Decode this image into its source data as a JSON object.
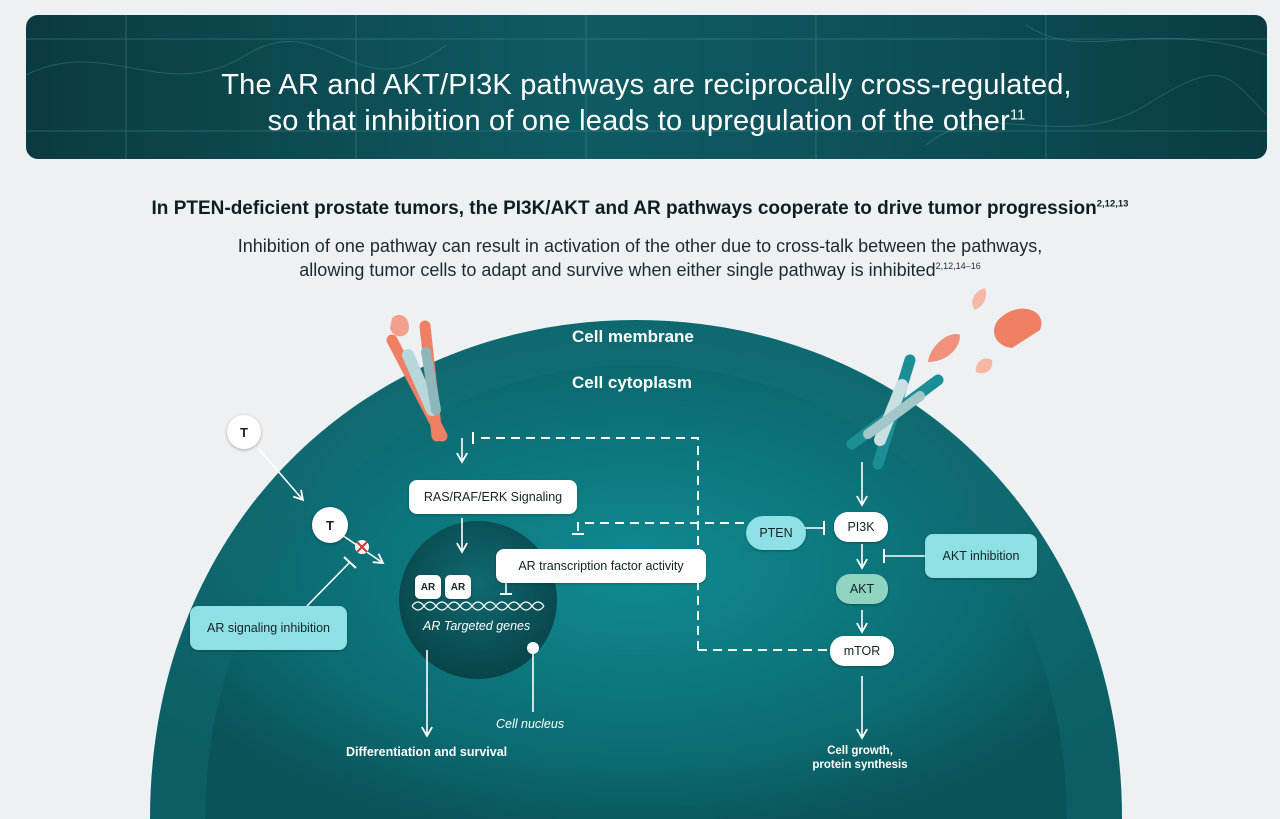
{
  "banner": {
    "title_line1": "The AR and AKT/PI3K pathways are reciprocally cross-regulated,",
    "title_line2": "so that inhibition of one leads to upregulation of the other",
    "title_ref": "11"
  },
  "heading": {
    "text": "In PTEN-deficient prostate tumors, the PI3K/AKT and AR pathways cooperate to drive tumor progression",
    "ref": "2,12,13"
  },
  "subheading": {
    "line1": "Inhibition of one pathway can result in activation of the other due to cross-talk between the pathways,",
    "line2": "allowing tumor cells to adapt and survive when either single pathway is inhibited",
    "ref": "2,12,14–16"
  },
  "diagram": {
    "cell_membrane": "Cell membrane",
    "cell_cytoplasm": "Cell cytoplasm",
    "testosterone_outside": "T",
    "testosterone_inside": "T",
    "ar_signaling_inhibition": "AR signaling inhibition",
    "ras_raf_erk": "RAS/RAF/ERK Signaling",
    "ar_transcription": "AR transcription factor activity",
    "ar_left": "AR",
    "ar_right": "AR",
    "ar_targeted_genes": "AR Targeted genes",
    "cell_nucleus": "Cell nucleus",
    "differentiation": "Differentiation and survival",
    "pten": "PTEN",
    "pi3k": "PI3K",
    "akt": "AKT",
    "mtor": "mTOR",
    "akt_inhibition": "AKT inhibition",
    "cell_growth_line1": "Cell growth,",
    "cell_growth_line2": "protein synthesis"
  },
  "colors": {
    "banner_dark": "#0b3a40",
    "cell_outer": "#0e6a6f",
    "cell_inner": "#0a5a60",
    "receptor_orange": "#ef8064",
    "receptor_teal": "#1a8f96",
    "accent_cyan": "#8ee0e4",
    "akt_green": "#8fd3c0",
    "inhibit_red": "#d23a3a"
  },
  "icons": {
    "left_receptor": "receptor-icon",
    "right_receptor": "receptor-icon",
    "ligands": "ligand-drop-icon",
    "blocked": "blocked-x-icon",
    "dna": "dna-icon"
  }
}
